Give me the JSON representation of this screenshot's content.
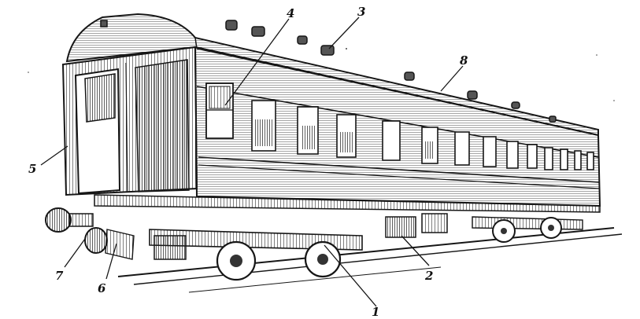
{
  "figure": {
    "callouts": [
      {
        "id": "c1",
        "label": "1"
      },
      {
        "id": "c2",
        "label": "2"
      },
      {
        "id": "c3",
        "label": "3"
      },
      {
        "id": "c4",
        "label": "4"
      },
      {
        "id": "c5",
        "label": "5"
      },
      {
        "id": "c6",
        "label": "6"
      },
      {
        "id": "c7",
        "label": "7"
      },
      {
        "id": "c8",
        "label": "8"
      }
    ]
  },
  "colors": {
    "ink": "#161616",
    "paper": "#ffffff",
    "shade": "#8a8a8a"
  }
}
